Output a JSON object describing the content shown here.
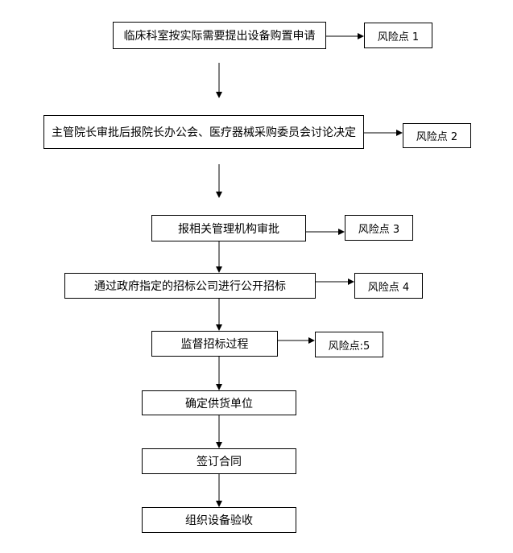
{
  "flow": {
    "steps": [
      "临床科室按实际需要提出设备购置申请",
      "主管院长审批后报院长办公会、医疗器械采购委员会讨论决定",
      "报相关管理机构审批",
      "通过政府指定的招标公司进行公开招标",
      "监督招标过程",
      "确定供货单位",
      "签订合同",
      "组织设备验收"
    ],
    "risks": [
      "风险点 1",
      "风险点 2",
      "风险点 3",
      "风险点 4",
      "风险点:5"
    ]
  }
}
